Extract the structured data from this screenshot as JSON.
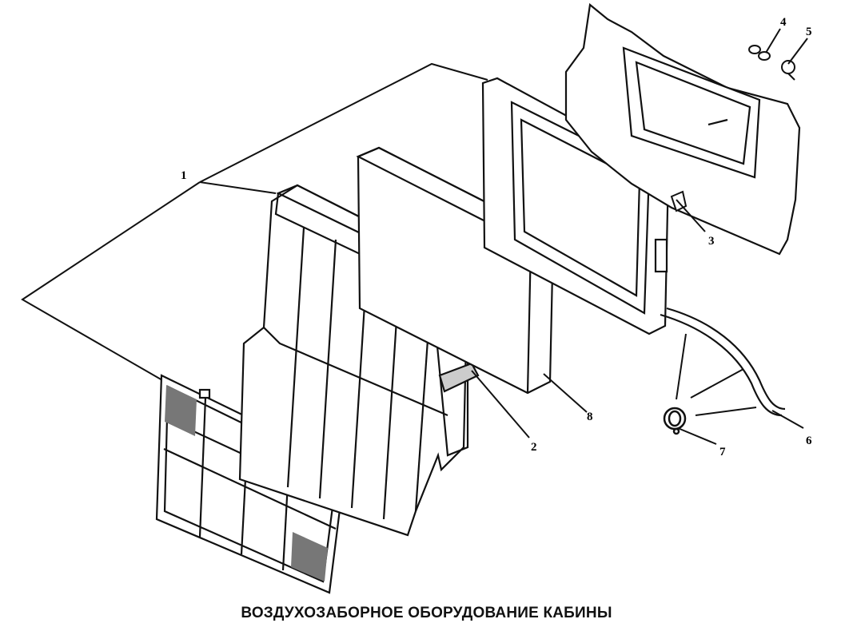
{
  "figure": {
    "caption": "ВОЗДУХОЗАБОРНОЕ ОБОРУДОВАНИЕ КАБИНЫ",
    "callouts": [
      {
        "id": "1",
        "label": "1"
      },
      {
        "id": "2",
        "label": "2"
      },
      {
        "id": "3",
        "label": "3"
      },
      {
        "id": "4",
        "label": "4"
      },
      {
        "id": "5",
        "label": "5"
      },
      {
        "id": "6",
        "label": "6"
      },
      {
        "id": "7",
        "label": "7"
      },
      {
        "id": "8",
        "label": "8"
      }
    ],
    "line_color": "#111111",
    "watermark_color": "#b9b9b9"
  }
}
